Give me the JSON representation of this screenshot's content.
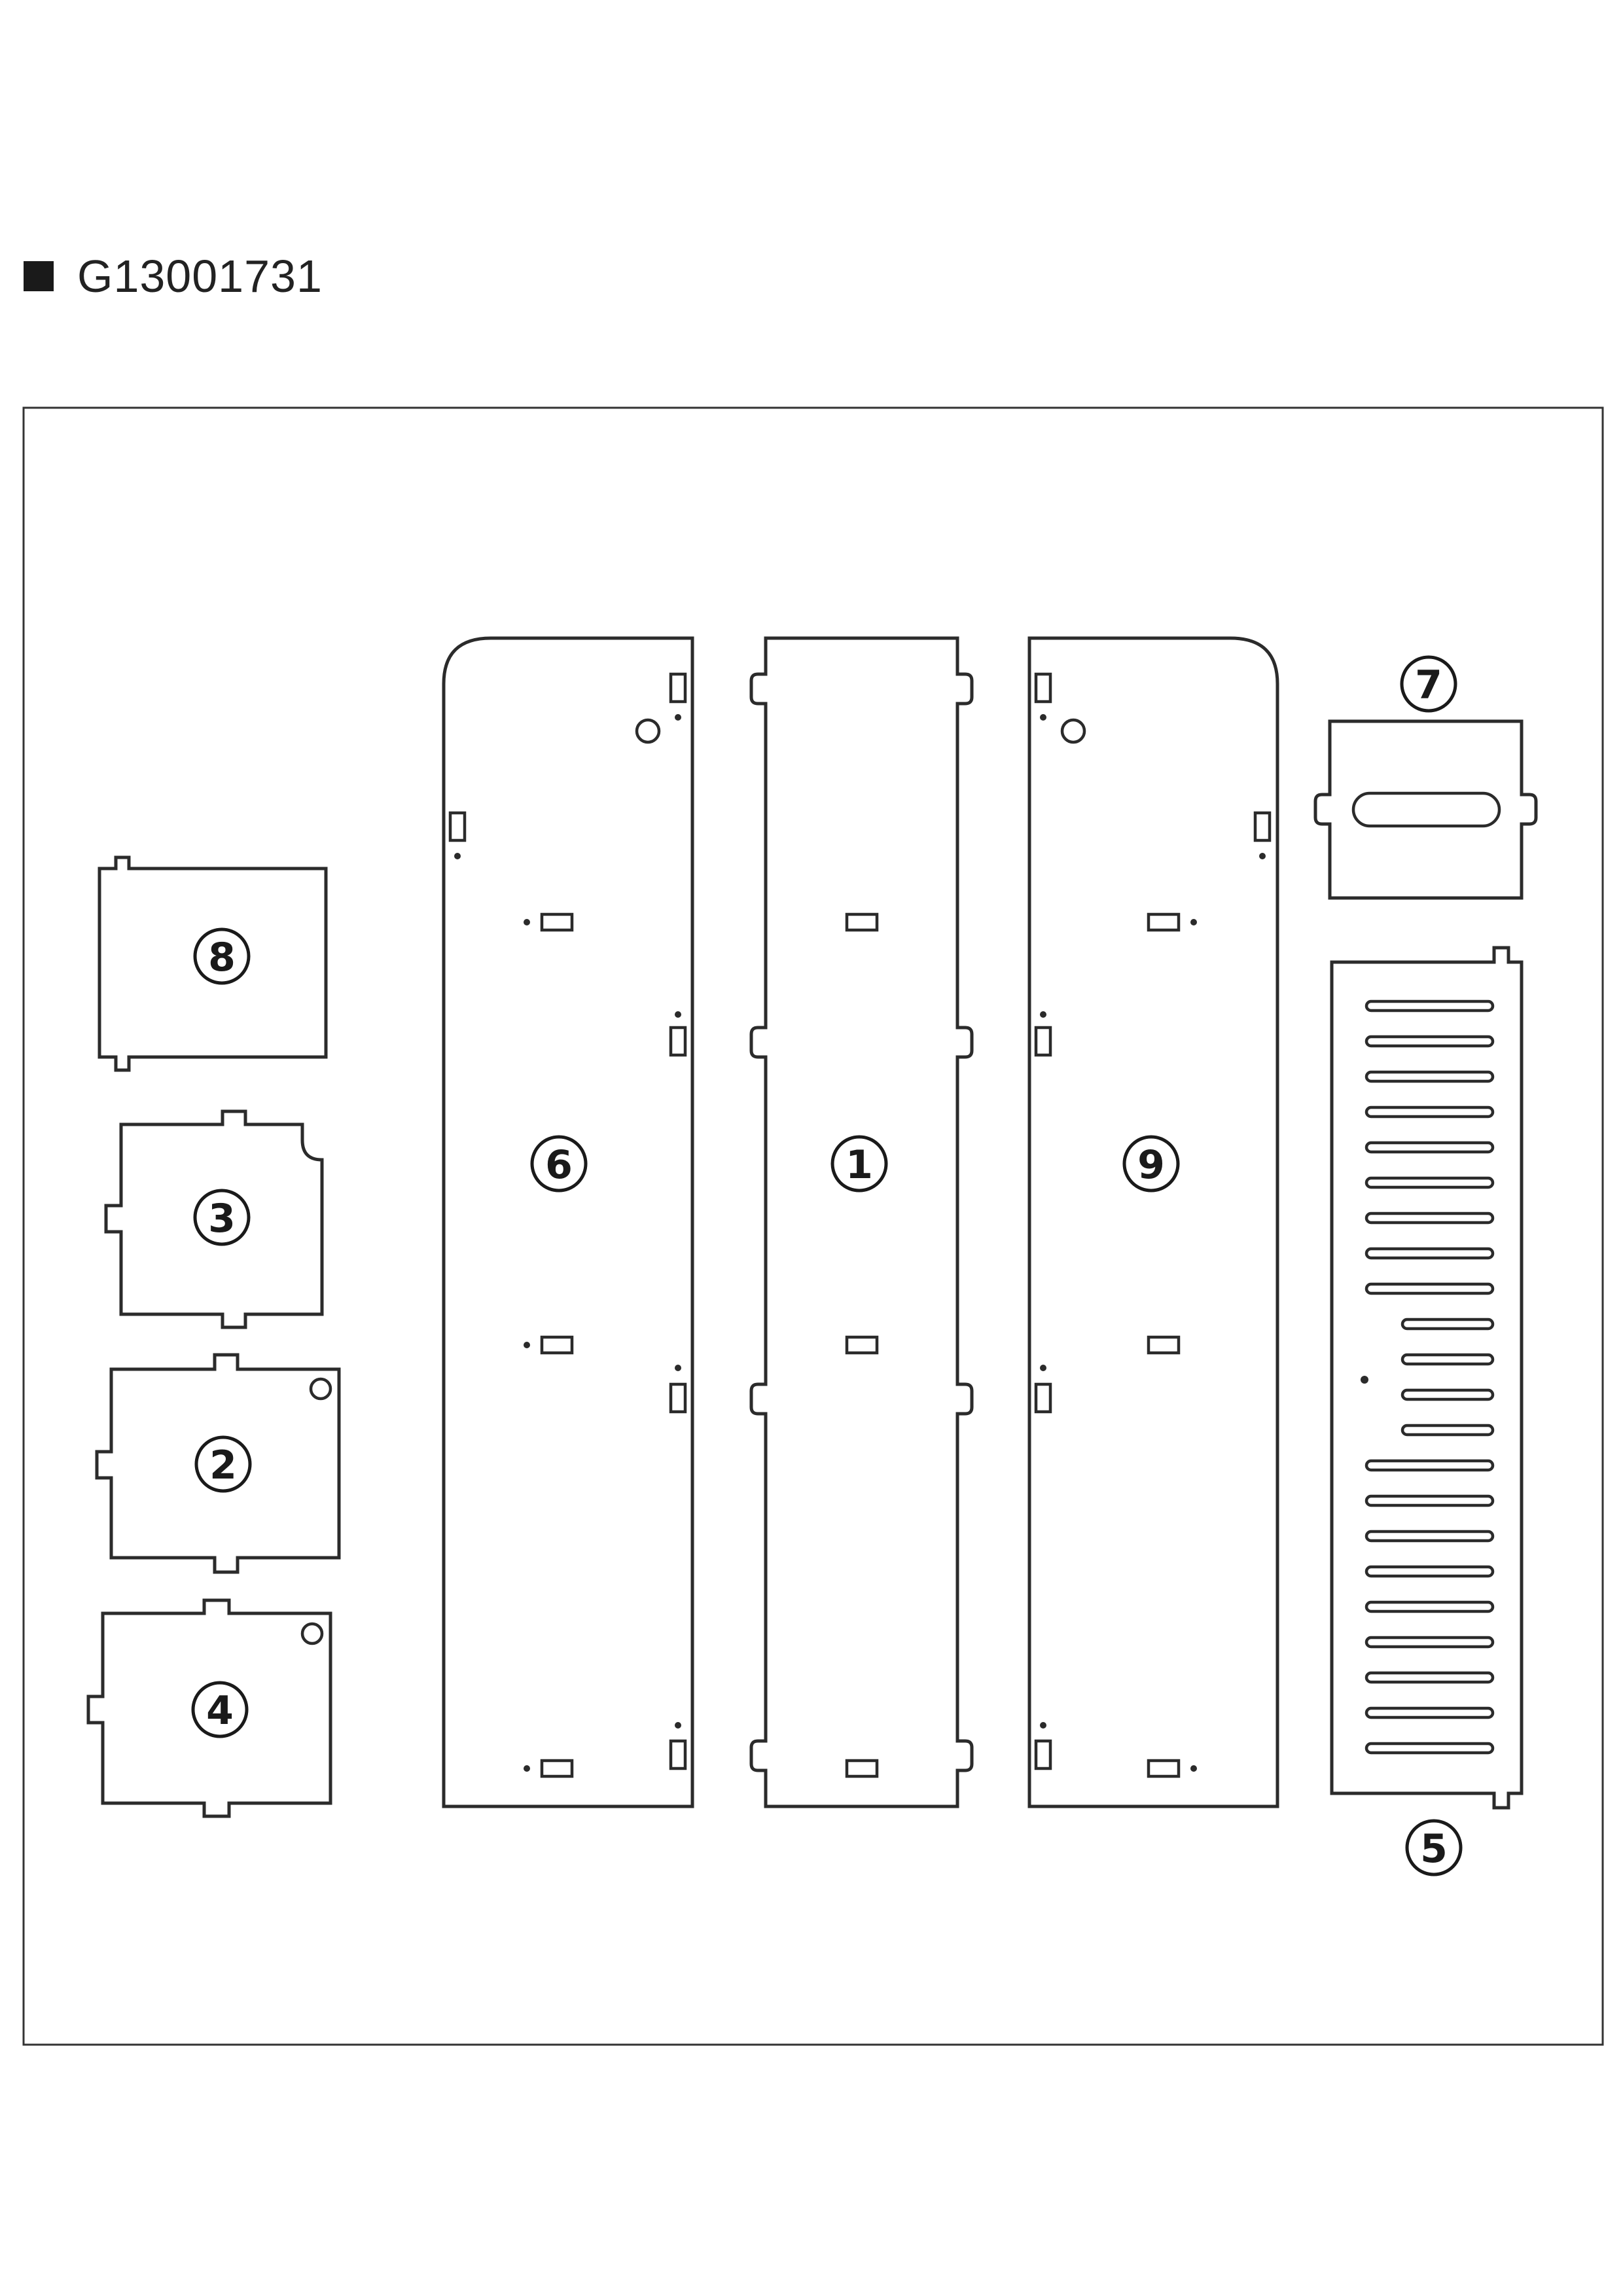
{
  "header": {
    "product_code": "G13001731"
  },
  "parts": [
    {
      "number": "1"
    },
    {
      "number": "2"
    },
    {
      "number": "3"
    },
    {
      "number": "4"
    },
    {
      "number": "5"
    },
    {
      "number": "6"
    },
    {
      "number": "7"
    },
    {
      "number": "8"
    },
    {
      "number": "9"
    }
  ],
  "colors": {
    "line": "#2b2b2b",
    "background": "#ffffff"
  }
}
